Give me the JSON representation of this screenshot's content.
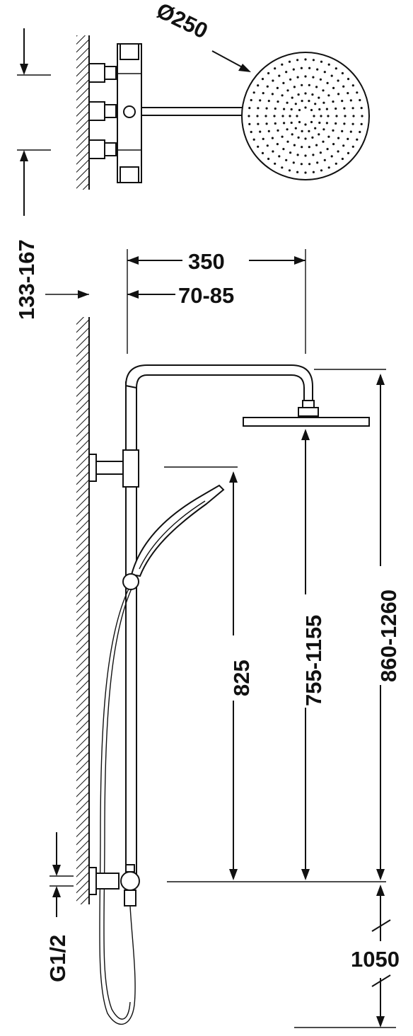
{
  "dimensions": {
    "head_diameter": "Ø250",
    "valve_spacing": "133-167",
    "arm_reach": "350",
    "wall_offset": "70-85",
    "handshower_height": "825",
    "head_height": "755-1155",
    "column_height": "860-1260",
    "mixer_height": "1050",
    "inlet_thread": "G1/2"
  },
  "colors": {
    "line": "#111111",
    "background": "#ffffff"
  }
}
